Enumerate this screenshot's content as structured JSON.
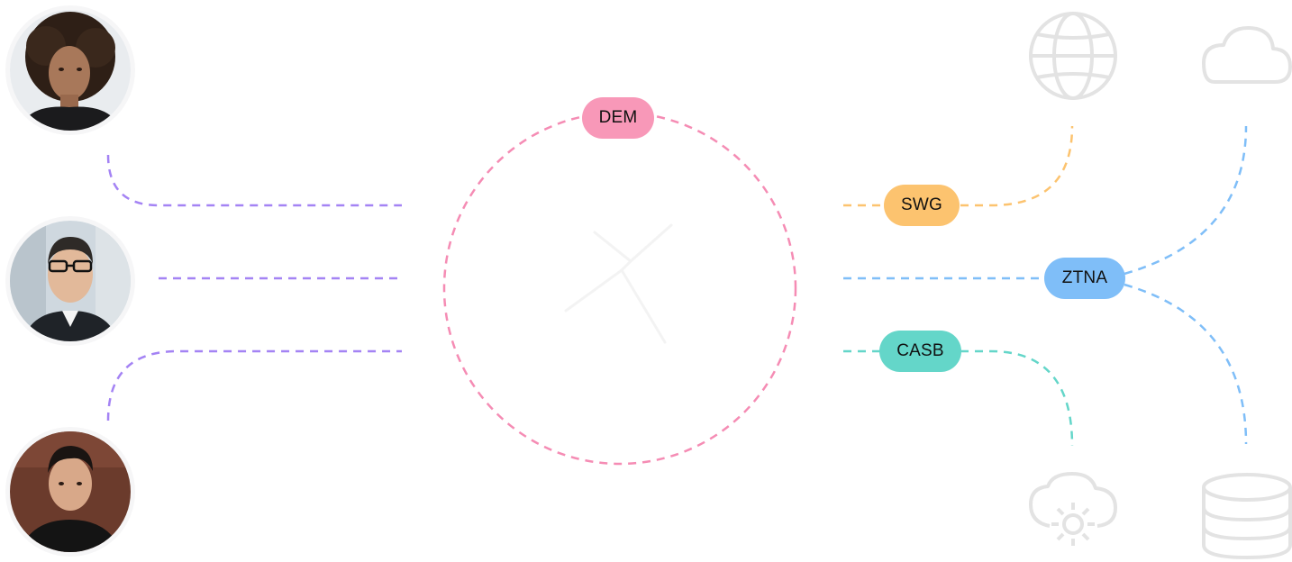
{
  "nodes": {
    "center_label": "DEM",
    "services": [
      {
        "key": "swg",
        "label": "SWG",
        "color": "#FCC36F"
      },
      {
        "key": "ztna",
        "label": "ZTNA",
        "color": "#7FBEF8"
      },
      {
        "key": "casb",
        "label": "CASB",
        "color": "#64D6C9"
      }
    ],
    "users": [
      {
        "key": "user-1",
        "description": "woman with curly hair"
      },
      {
        "key": "user-2",
        "description": "man with glasses"
      },
      {
        "key": "user-3",
        "description": "young man in dark shirt"
      }
    ],
    "resources": [
      {
        "key": "internet",
        "icon": "globe-icon"
      },
      {
        "key": "cloud",
        "icon": "cloud-icon"
      },
      {
        "key": "cloud-apps",
        "icon": "cloud-gear-icon"
      },
      {
        "key": "data-center",
        "icon": "database-icon"
      }
    ]
  },
  "colors": {
    "user_lines": "#A483F4",
    "dem_circle": "#F58CB4",
    "dem_pill": "#F898B8",
    "swg": "#FCC36F",
    "ztna": "#7FBEF8",
    "casb": "#64D6C9",
    "icons": "#E3E3E3"
  }
}
